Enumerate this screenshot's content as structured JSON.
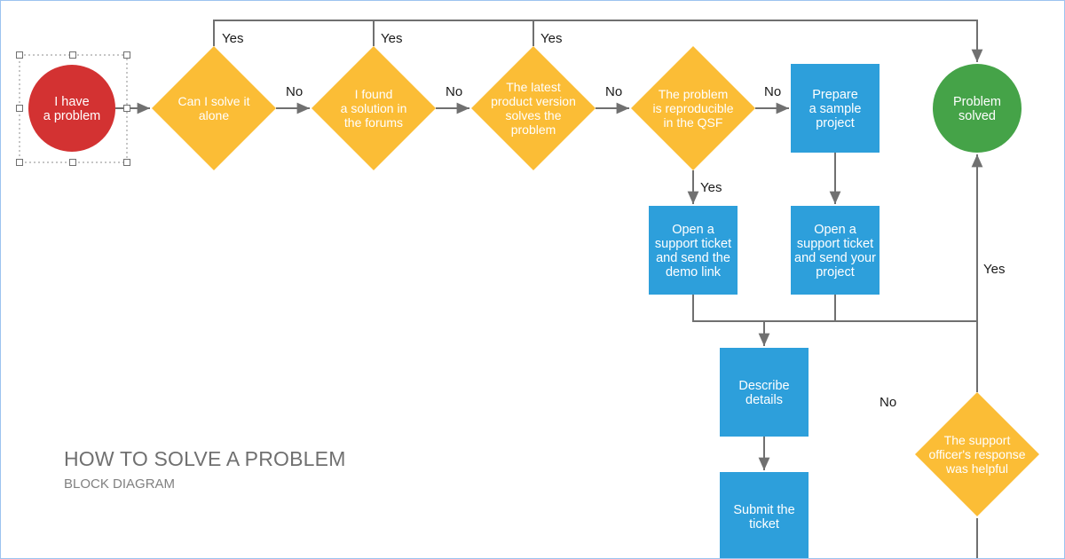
{
  "diagram": {
    "title": "HOW TO SOLVE A PROBLEM",
    "subtitle": "BLOCK DIAGRAM",
    "colors": {
      "start": "#d33232",
      "decision": "#fbbd36",
      "process": "#2d9fdb",
      "end": "#45a348",
      "connector": "#707070",
      "selection": "#8c8c8c"
    },
    "nodes": {
      "start": [
        "I have",
        "a problem"
      ],
      "d_solve_alone": [
        "Can I solve it",
        "alone"
      ],
      "d_forums": [
        "I found",
        "a solution in",
        "the forums"
      ],
      "d_latest": [
        "The latest",
        "product version",
        "solves the",
        "problem"
      ],
      "d_reproducible": [
        "The problem",
        "is reproducible",
        "in the QSF"
      ],
      "p_prepare": [
        "Prepare",
        "a sample",
        "project"
      ],
      "end": [
        "Problem",
        "solved"
      ],
      "p_ticket_demo": [
        "Open a",
        "support ticket",
        "and send the",
        "demo link"
      ],
      "p_ticket_project": [
        "Open a",
        "support ticket",
        "and send your",
        "project"
      ],
      "p_describe": [
        "Describe",
        "details"
      ],
      "p_submit": [
        "Submit the",
        "ticket"
      ],
      "d_helpful": [
        "The support",
        "officer's response",
        "was helpful"
      ]
    },
    "edge_labels": {
      "yes_1": "Yes",
      "yes_2": "Yes",
      "yes_3": "Yes",
      "no_1": "No",
      "no_2": "No",
      "no_3": "No",
      "no_4": "No",
      "yes_down": "Yes",
      "yes_right": "Yes",
      "no_helpful": "No"
    }
  }
}
